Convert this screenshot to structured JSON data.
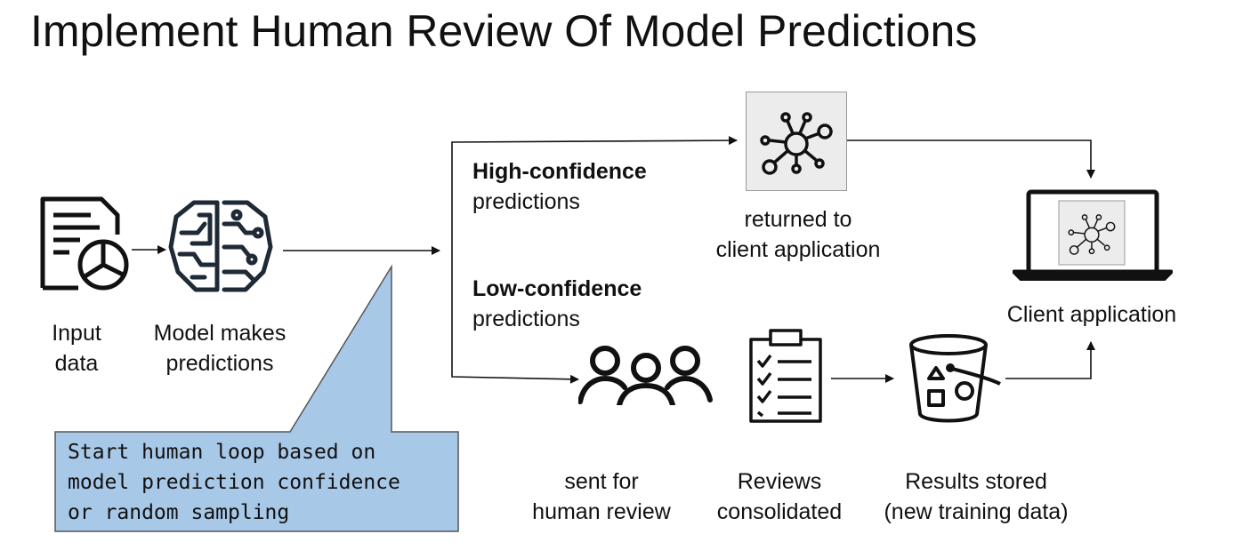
{
  "title": "Implement Human Review Of Model Predictions",
  "nodes": {
    "input_data": {
      "line1": "Input",
      "line2": "data",
      "icon": "document-chart-icon"
    },
    "model": {
      "line1": "Model makes",
      "line2": "predictions",
      "icon": "brain-circuit-icon"
    },
    "returned": {
      "line1": "returned to",
      "line2": "client application",
      "icon": "network-hub-icon"
    },
    "client_app": {
      "label": "Client application",
      "icon": "laptop-icon"
    },
    "human_review": {
      "line1": "sent for",
      "line2": "human review",
      "icon": "people-group-icon"
    },
    "reviews": {
      "line1": "Reviews",
      "line2": "consolidated",
      "icon": "clipboard-checklist-icon"
    },
    "results": {
      "line1": "Results stored",
      "line2": "(new training data)",
      "icon": "bucket-shapes-icon"
    }
  },
  "branches": {
    "high": {
      "bold": "High-confidence",
      "rest": "predictions"
    },
    "low": {
      "bold": "Low-confidence",
      "rest": "predictions"
    }
  },
  "callout": {
    "lines": [
      "Start human loop based on",
      "model prediction confidence",
      "or random sampling"
    ],
    "fill": "#a8c8e8",
    "stroke": "#555555"
  }
}
